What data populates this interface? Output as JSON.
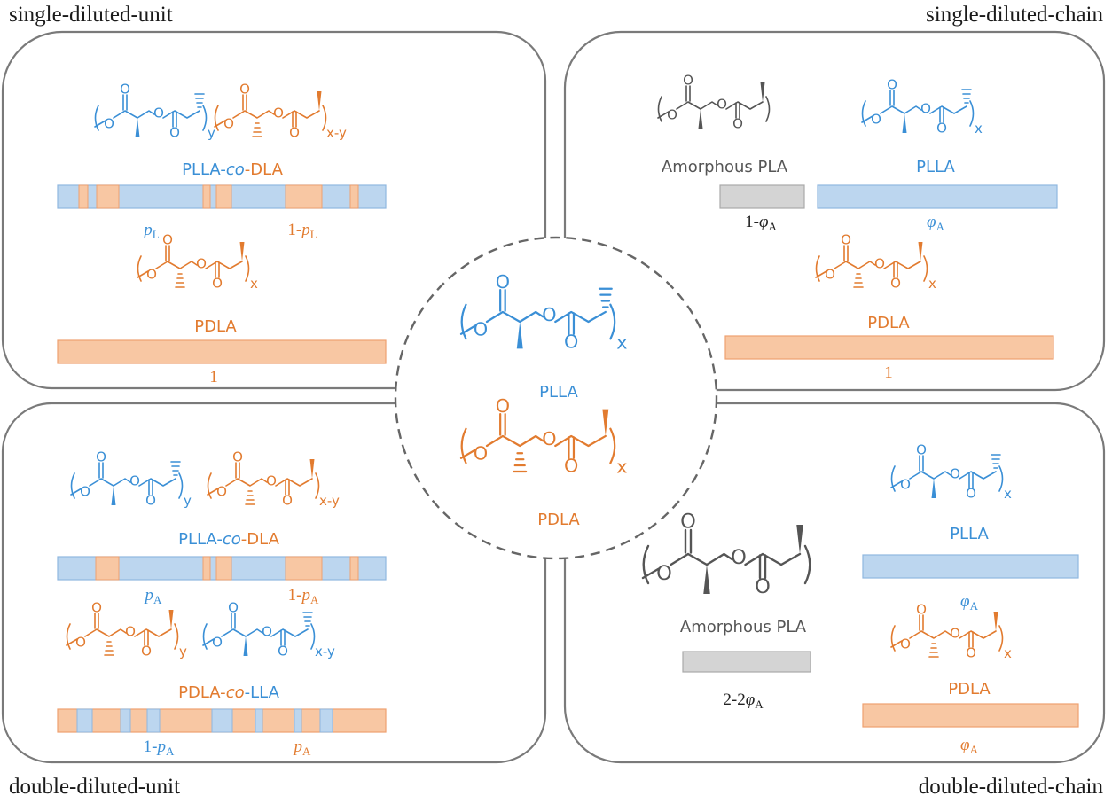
{
  "colors": {
    "blue": "#3a8fd6",
    "orange": "#e27b2f",
    "gray": "#555555",
    "blue_fill": "#bcd6ef",
    "orange_fill": "#f8c7a3",
    "gray_fill": "#d4d4d4",
    "panel_stroke": "#7a7a7a"
  },
  "corners": {
    "top_left": "single-diluted-unit",
    "top_right": "single-diluted-chain",
    "bottom_left": "double-diluted-unit",
    "bottom_right": "double-diluted-chain"
  },
  "center": {
    "top_name": "PLLA",
    "bottom_name": "PDLA"
  },
  "chem": {
    "O": "O",
    "x": "x",
    "y": "y",
    "xy": "x-y"
  },
  "tl": {
    "copolymer": {
      "a": "PLLA-",
      "b": "co",
      "c": "-DLA"
    },
    "label_left": {
      "pre": "",
      "sym": "p",
      "sub": "L"
    },
    "label_right": {
      "pre": "1-",
      "sym": "p",
      "sub": "L"
    },
    "pdla_name": "PDLA",
    "pdla_value": "1"
  },
  "tr": {
    "amorphous_name": "Amorphous PLA",
    "amorphous_value": {
      "pre": "1-",
      "sym": "φ",
      "sub": "A"
    },
    "plla_name": "PLLA",
    "plla_value": {
      "pre": "",
      "sym": "φ",
      "sub": "A"
    },
    "pdla_name": "PDLA",
    "pdla_value": "1"
  },
  "bl": {
    "copolymer1": {
      "a": "PLLA-",
      "b": "co",
      "c": "-DLA"
    },
    "label1_left": {
      "pre": "",
      "sym": "p",
      "sub": "A"
    },
    "label1_right": {
      "pre": "1-",
      "sym": "p",
      "sub": "A"
    },
    "copolymer2": {
      "a": "PDLA-",
      "b": "co",
      "c": "-LLA"
    },
    "label2_left": {
      "pre": "1-",
      "sym": "p",
      "sub": "A"
    },
    "label2_right": {
      "pre": "",
      "sym": "p",
      "sub": "A"
    }
  },
  "br": {
    "amorphous_name": "Amorphous PLA",
    "amorphous_value": {
      "pre": "2-2",
      "sym": "φ",
      "sub": "A"
    },
    "plla_name": "PLLA",
    "plla_value": {
      "pre": "",
      "sym": "φ",
      "sub": "A"
    },
    "pdla_name": "PDLA",
    "pdla_value": {
      "pre": "",
      "sym": "φ",
      "sub": "A"
    }
  }
}
